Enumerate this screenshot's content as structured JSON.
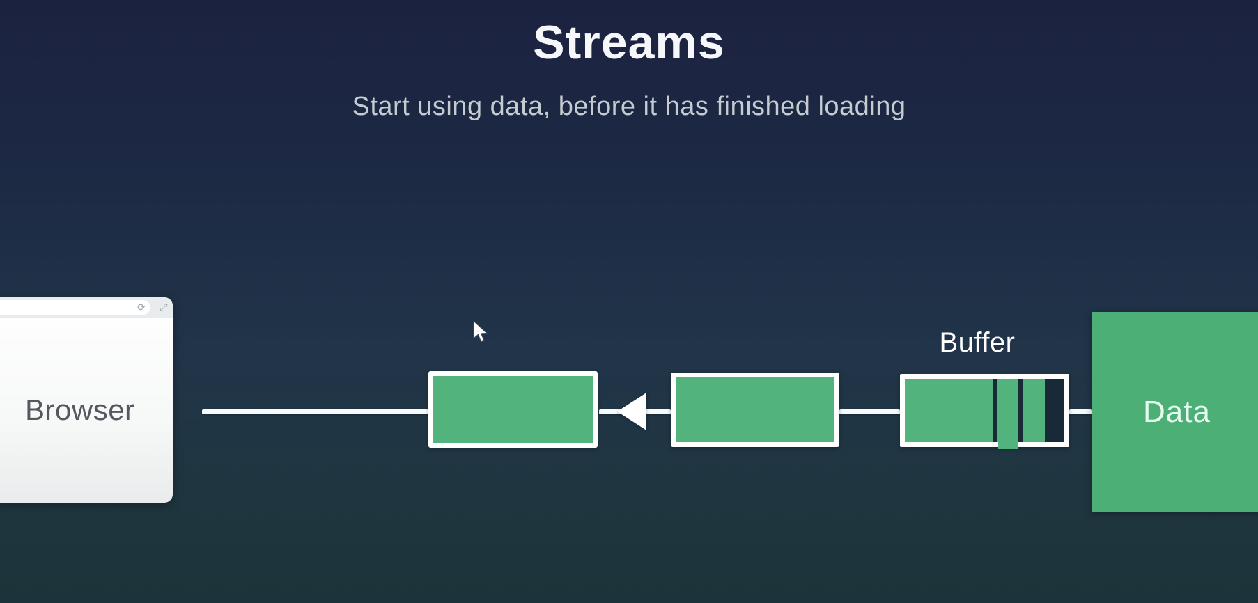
{
  "slide": {
    "title": "Streams",
    "subtitle": "Start using data, before it has finished loading"
  },
  "colors": {
    "background_top": "#1b2240",
    "background_middle": "#213449",
    "background_bottom": "#1c3339",
    "chunk_green": "#52b37d",
    "data_green": "#4caf76",
    "buffer_empty_dark": "#182a37",
    "connector_white": "#f7fafc",
    "browser_text": "#54595f"
  },
  "browser_window": {
    "label": "Browser",
    "toolbar_icons": [
      {
        "name": "refresh-icon",
        "glyph": "⟳"
      },
      {
        "name": "expand-icon",
        "glyph": "⤢"
      }
    ]
  },
  "diagram": {
    "chunks": [
      {
        "name": "chunk-1"
      },
      {
        "name": "chunk-2"
      }
    ],
    "arrow_direction": "left",
    "buffer": {
      "label": "Buffer",
      "segments": [
        {
          "state": "filled",
          "width": 126
        },
        {
          "state": "empty",
          "width": 7
        },
        {
          "state": "filled",
          "width": 30
        },
        {
          "state": "empty",
          "width": 6
        },
        {
          "state": "filled",
          "width": 32
        },
        {
          "state": "empty",
          "width": 28
        }
      ]
    },
    "data_source": {
      "label": "Data"
    }
  }
}
